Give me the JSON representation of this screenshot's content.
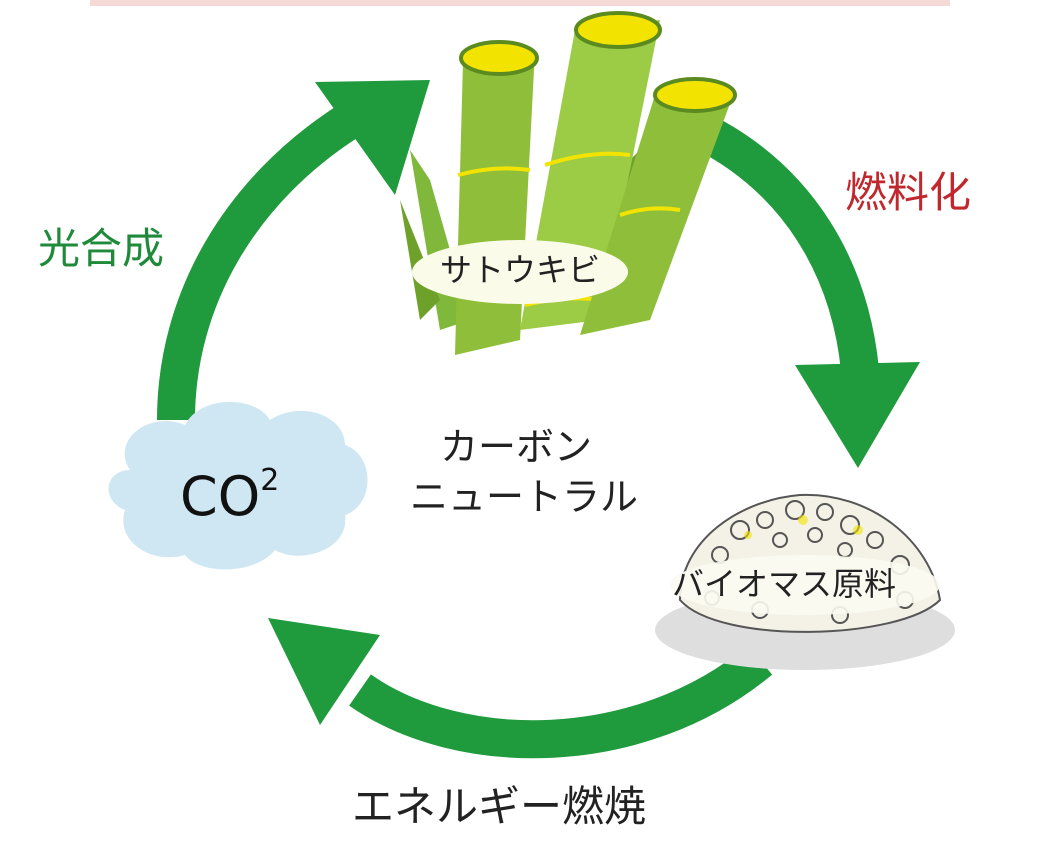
{
  "labels": {
    "photosynthesis": "光合成",
    "fuelization": "燃料化",
    "energy_combustion": "エネルギー燃焼",
    "center_line1": "カーボン",
    "center_line2": "ニュートラル",
    "sugarcane": "サトウキビ",
    "biomass": "バイオマス原料",
    "co2_main": "CO",
    "co2_sup": "2"
  },
  "colors": {
    "arrow_green": "#1f9a3c",
    "photosynthesis_text": "#1f8a3a",
    "fuel_text": "#c0282d",
    "cane_green": "#8fbf3a",
    "cane_dark": "#6ea12a",
    "cane_top": "#f2e400",
    "cloud": "#cfe7f2"
  }
}
